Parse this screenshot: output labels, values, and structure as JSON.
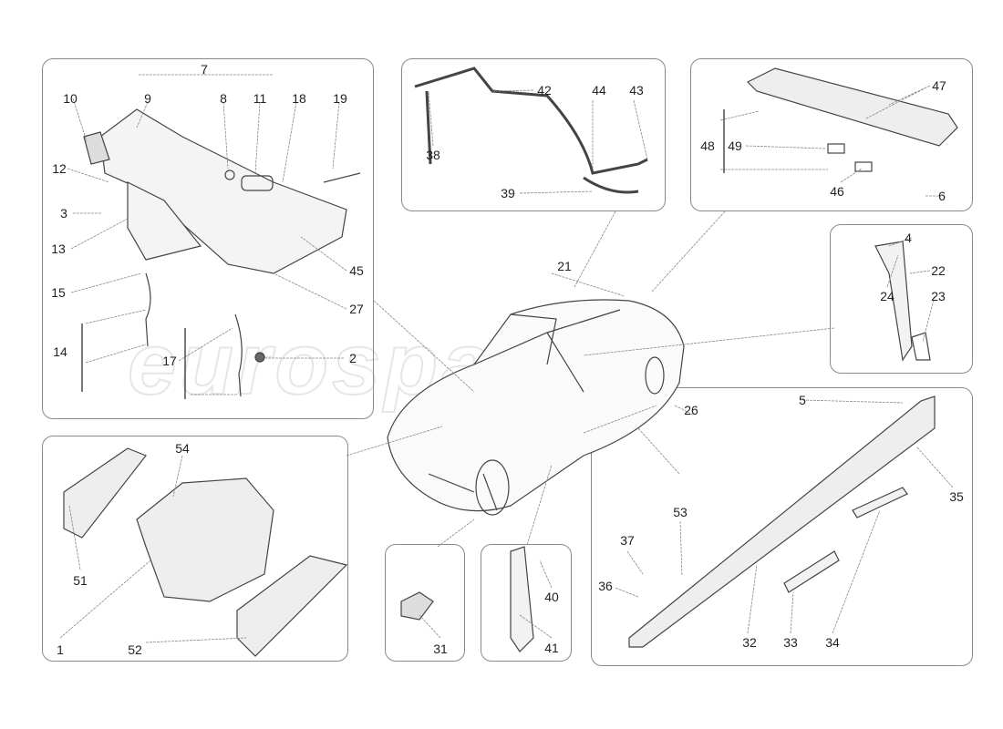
{
  "watermark": "eurospares",
  "labels": {
    "p1": [
      "7",
      "9",
      "8",
      "11",
      "18",
      "19",
      "10",
      "12",
      "3",
      "13",
      "15",
      "14",
      "17",
      "2",
      "45",
      "27"
    ],
    "p2": [
      "42",
      "44",
      "43",
      "38",
      "39"
    ],
    "p3": [
      "47",
      "48",
      "49",
      "46",
      "6"
    ],
    "p4": [
      "4",
      "22",
      "24",
      "23"
    ],
    "main": [
      "21",
      "26"
    ],
    "p5": [
      "54",
      "51",
      "1",
      "52"
    ],
    "p6": [
      "31"
    ],
    "p7": [
      "40",
      "41"
    ],
    "p8": [
      "5",
      "35",
      "53",
      "37",
      "36",
      "32",
      "33",
      "34"
    ]
  }
}
